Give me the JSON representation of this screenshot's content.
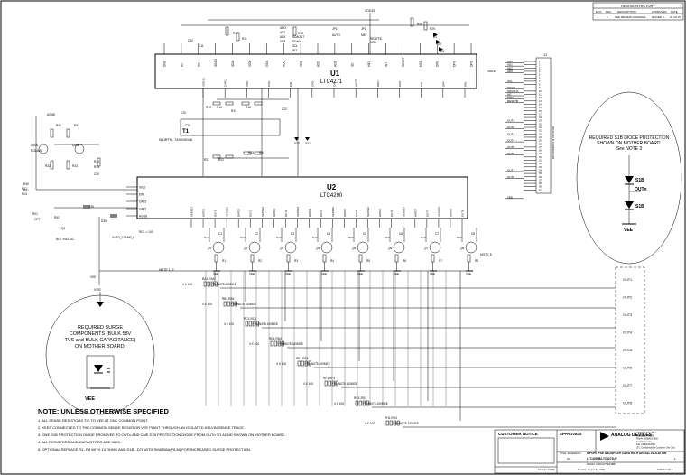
{
  "revision": {
    "title": "REVISION HISTORY",
    "headers": [
      "ECO",
      "REV",
      "DESCRIPTION",
      "APPROVED",
      "DATE"
    ],
    "row": [
      "-",
      "1",
      "SEE REVIEW CHANGES",
      "ROGER S.",
      "04.10.15"
    ]
  },
  "u1": {
    "ref": "U1",
    "part": "LTC4271",
    "top_pins": [
      "DNC",
      "NC",
      "NC",
      "SDAO",
      "SDAI",
      "XIO0",
      "XIO1",
      "ADO",
      "AD1",
      "AD2",
      "AD3",
      "SD",
      "MID",
      "INT",
      "RESET",
      "MSD",
      "DPE",
      "OP1",
      "OP2"
    ],
    "bottom_pins": [
      "VDD33",
      "CAP1",
      "VSS",
      "OSC",
      "EIN",
      "CPD",
      "CPI",
      "AUTO",
      "DRN",
      "CPD",
      "CPI",
      "DPF",
      "DNL"
    ]
  },
  "u2": {
    "ref": "U2",
    "part": "LTC4290",
    "left_pins": [
      "XIO0",
      "EIN",
      "CAP2",
      "CAP1",
      "AGND"
    ],
    "bottom_pins": [
      "SENSE1",
      "GATE1",
      "OUT1",
      "SENSE2",
      "GATE2",
      "OUT2",
      "SENSE3",
      "GATE3",
      "OUT3",
      "SENSE4",
      "GATE4",
      "OUT4",
      "SENSE5",
      "GATE5",
      "OUT5",
      "SENSE6",
      "GATE6",
      "OUT6",
      "SENSE7",
      "GATE7",
      "OUT7",
      "SENSE8",
      "GATE8",
      "OUT8"
    ]
  },
  "t1": {
    "ref": "T1",
    "part": "WURTH, 749019046"
  },
  "top_parts": [
    "R10",
    "R11",
    "R12",
    "JP1",
    "JP2",
    "R28",
    "R29",
    "D1",
    "D2",
    "D3",
    "C10",
    "C11",
    "VDD33",
    "AUTO",
    "MID",
    "ADO",
    "AD1",
    "AD2",
    "AD3",
    "SDAOUT",
    "SDAIN",
    "SCL",
    "INT",
    "RESETB",
    "MSD"
  ],
  "mid_parts": [
    "R13",
    "R14",
    "R15",
    "R16",
    "R21",
    "R22",
    "R23",
    "R24",
    "C20",
    "C21",
    "C22",
    "D20",
    "D21"
  ],
  "left_parts": [
    "Q10A",
    "Q10B",
    "BC846S",
    "R30",
    "R31",
    "R32",
    "R33",
    "R34",
    "R35",
    "C30",
    "R40",
    "R41",
    "R42",
    "C35",
    "D35",
    "Q1",
    "R01",
    "R02",
    "R03"
  ],
  "left_labels": [
    "RG1 = 100",
    "AGND",
    "NOT INSTALL",
    "VEE",
    "AUTO_CLAMP_8",
    "VDD33",
    "OPT"
  ],
  "j1": {
    "ref": "J1",
    "label": "DC2138A-B CONNECTOR",
    "signals": [
      "AD0",
      "AD1",
      "AD2",
      "AD3",
      "SCL",
      "SDAIN",
      "SDAOUT",
      "INT",
      "MSD",
      "RESETB",
      "OUT1",
      "OUT2",
      "OUT3",
      "OUT4",
      "OUT5",
      "OUT6",
      "OUT7",
      "OUT8",
      "VEE"
    ],
    "pins": [
      "1",
      "2",
      "3",
      "4",
      "5",
      "6",
      "7",
      "8",
      "9",
      "10",
      "11",
      "12",
      "13",
      "14",
      "15",
      "16",
      "17",
      "18",
      "19",
      "20",
      "21",
      "22",
      "23",
      "24",
      "25",
      "26",
      "27",
      "28",
      "29",
      "30",
      "31",
      "32",
      "33",
      "34",
      "35",
      "36",
      "37",
      "38",
      "39",
      "40"
    ]
  },
  "channels": [
    {
      "cap": "C1",
      "q": "Q1",
      "r": "R1",
      "d": "D1A"
    },
    {
      "cap": "C2",
      "q": "Q2",
      "r": "R2",
      "d": "D2A"
    },
    {
      "cap": "C3",
      "q": "Q3",
      "r": "R3",
      "d": "D3A"
    },
    {
      "cap": "C4",
      "q": "Q4",
      "r": "R4",
      "d": "D4A"
    },
    {
      "cap": "C5",
      "q": "Q5",
      "r": "R5",
      "d": "D5A"
    },
    {
      "cap": "C6",
      "q": "Q6",
      "r": "R6",
      "d": "D6A"
    },
    {
      "cap": "C7",
      "q": "Q7",
      "r": "R7",
      "d": "D7A"
    },
    {
      "cap": "C8",
      "q": "Q8",
      "r": "R8",
      "d": "D8A"
    }
  ],
  "resistor_arrays": [
    {
      "ref": "RA1-RA4",
      "note": "4 X 100",
      "part": "PSMN075-100MSE"
    },
    {
      "ref": "RB1-RB4",
      "note": "4 X 100",
      "part": "PSMN075-100MSE"
    },
    {
      "ref": "RC1-RC4",
      "note": "4 X 100",
      "part": "PSMN075-100MSE"
    },
    {
      "ref": "RD1-RD4",
      "note": "4 X 100",
      "part": "PSMN075-100MSE"
    },
    {
      "ref": "RE1-RE4",
      "note": "4 X 100",
      "part": "PSMN075-100MSE"
    },
    {
      "ref": "RF1-RF4",
      "note": "4 X 100",
      "part": "PSMN075-100MSE"
    },
    {
      "ref": "RG1-RG4",
      "note": "4 X 100",
      "part": "PSMN075-100MSE"
    },
    {
      "ref": "RH1-RH4",
      "note": "4 X 100",
      "part": "PSMN075-100MSE"
    }
  ],
  "notes_inline": [
    "NOTE 1, 2",
    "NOTE 5"
  ],
  "outputs": [
    "OUT1",
    "OUT2",
    "OUT3",
    "OUT4",
    "OUT5",
    "OUT6",
    "OUT7",
    "OUT8"
  ],
  "diode_bubble": {
    "text": [
      "REQUIRED S1B DIODE PROTECTION",
      "SHOWN ON MOTHER BOARD.",
      "See NOTE 3"
    ],
    "d1": "S1B",
    "d2": "S1B",
    "out": "OUTn",
    "vee": "VEE"
  },
  "surge_bubble": {
    "text": [
      "REQUIRED SURGE",
      "COMPONENTS (BULK 58V",
      "TVS and BULK CAPACITANCE)",
      "ON MOTHER BOARD."
    ],
    "vee": "VEE"
  },
  "vee_label": "VEE",
  "notes": {
    "title": "NOTE: UNLESS OTHERWISE SPECIFIED",
    "items": [
      "1. ALL SENSE RESISTORS TIE TO VEE AT ONE COMMON POINT.",
      "2. KEEP CONNECTED TO THE COMMON SENSE RESISTOR VEE POINT THROUGH AN ISOLATED KELVIN SENSE TRACE.",
      "3. ONE S1B PROTECTION DIODE FROM VEE TO OUTn AND ONE S1B  PROTECTION DIODE FROM OUTn TO AGND SHOWN ON MOTHER BOARD.",
      "4. ALL RESISTORS AND CAPACITORS ARE 0603.",
      "5. OPTIONAL REPLACE R1- R8 WITH 10 OHMS AND D1B - D7I WITH  SMAJ58A(FILM) FOR INCREASED SURGE PROTECTION."
    ]
  },
  "title_block": {
    "customer_notice": "CUSTOMER NOTICE",
    "approvals": "APPROVALS",
    "company": "ANALOG DEVICES",
    "address": [
      "1630 McCarthy Blvd.",
      "Milpitas, CA 95035",
      "Phone: (408)432-1900",
      "www.linear.com",
      "Fax: (408)434-0507",
      "LTC Confidential for Customer Use Only"
    ],
    "title_label": "TITLE: SCHEMATIC",
    "title": "8-PORT PSE DAUGHTER CARD WITH DIGITAL ISOLATION",
    "ic_no": "LTC4290B/LTC4271UF",
    "demo": "DEMO CIRCUIT 1648B",
    "size": "N/A",
    "rev": "1",
    "date": "Tuesday, August 07, 2015",
    "sheet": "SHEET 1 OF 1",
    "scale": "SCALE = NONE"
  }
}
